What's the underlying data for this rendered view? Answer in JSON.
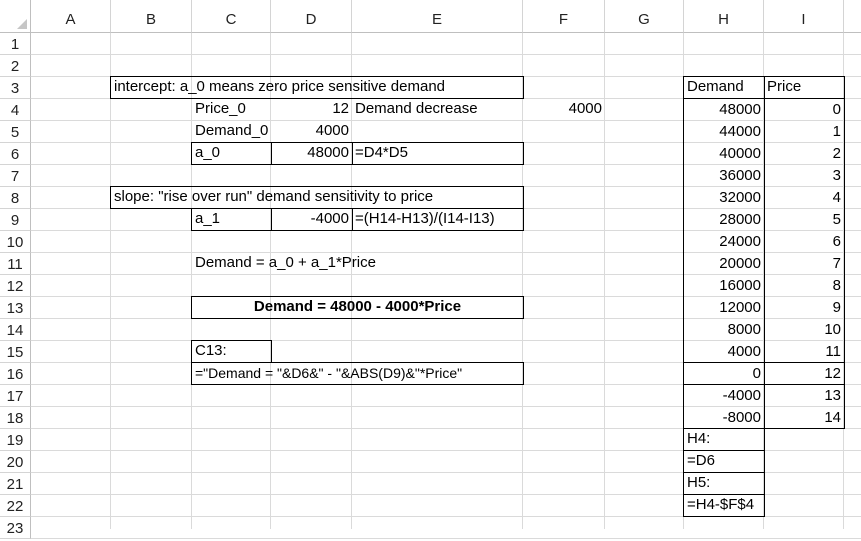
{
  "columns": [
    "A",
    "B",
    "C",
    "D",
    "E",
    "F",
    "G",
    "H",
    "I"
  ],
  "rows": [
    "1",
    "2",
    "3",
    "4",
    "5",
    "6",
    "7",
    "8",
    "9",
    "10",
    "11",
    "12",
    "13",
    "14",
    "15",
    "16",
    "17",
    "18",
    "19",
    "20",
    "21",
    "22",
    "23"
  ],
  "model": {
    "intercept_heading": "intercept: a_0 means zero price sensitive demand",
    "price0_label": "Price_0",
    "price0_value": "12",
    "demand_decrease_label": "Demand decrease",
    "demand_decrease_value": "4000",
    "demand0_label": "Demand_0",
    "demand0_value": "4000",
    "a0_label": "a_0",
    "a0_value": "48000",
    "a0_formula": "=D4*D5",
    "slope_heading": "slope: \"rise over run\" demand sensitivity to price",
    "a1_label": "a_1",
    "a1_value": "-4000",
    "a1_formula": "=(H14-H13)/(I14-I13)",
    "equation_general": "Demand = a_0 + a_1*Price",
    "equation_result": "Demand = 48000 -  4000*Price",
    "c13_label": "C13:",
    "c13_formula": "=\"Demand = \"&D6&\" -  \"&ABS(D9)&\"*Price\""
  },
  "table": {
    "demand_header": "Demand",
    "price_header": "Price",
    "rows": [
      {
        "demand": "48000",
        "price": "0"
      },
      {
        "demand": "44000",
        "price": "1"
      },
      {
        "demand": "40000",
        "price": "2"
      },
      {
        "demand": "36000",
        "price": "3"
      },
      {
        "demand": "32000",
        "price": "4"
      },
      {
        "demand": "28000",
        "price": "5"
      },
      {
        "demand": "24000",
        "price": "6"
      },
      {
        "demand": "20000",
        "price": "7"
      },
      {
        "demand": "16000",
        "price": "8"
      },
      {
        "demand": "12000",
        "price": "9"
      },
      {
        "demand": "8000",
        "price": "10"
      },
      {
        "demand": "4000",
        "price": "11"
      },
      {
        "demand": "0",
        "price": "12"
      },
      {
        "demand": "-4000",
        "price": "13"
      },
      {
        "demand": "-8000",
        "price": "14"
      }
    ]
  },
  "notes": {
    "h4_label": "H4:",
    "h4_formula": "=D6",
    "h5_label": "H5:",
    "h5_formula": "=H4-$F$4"
  }
}
